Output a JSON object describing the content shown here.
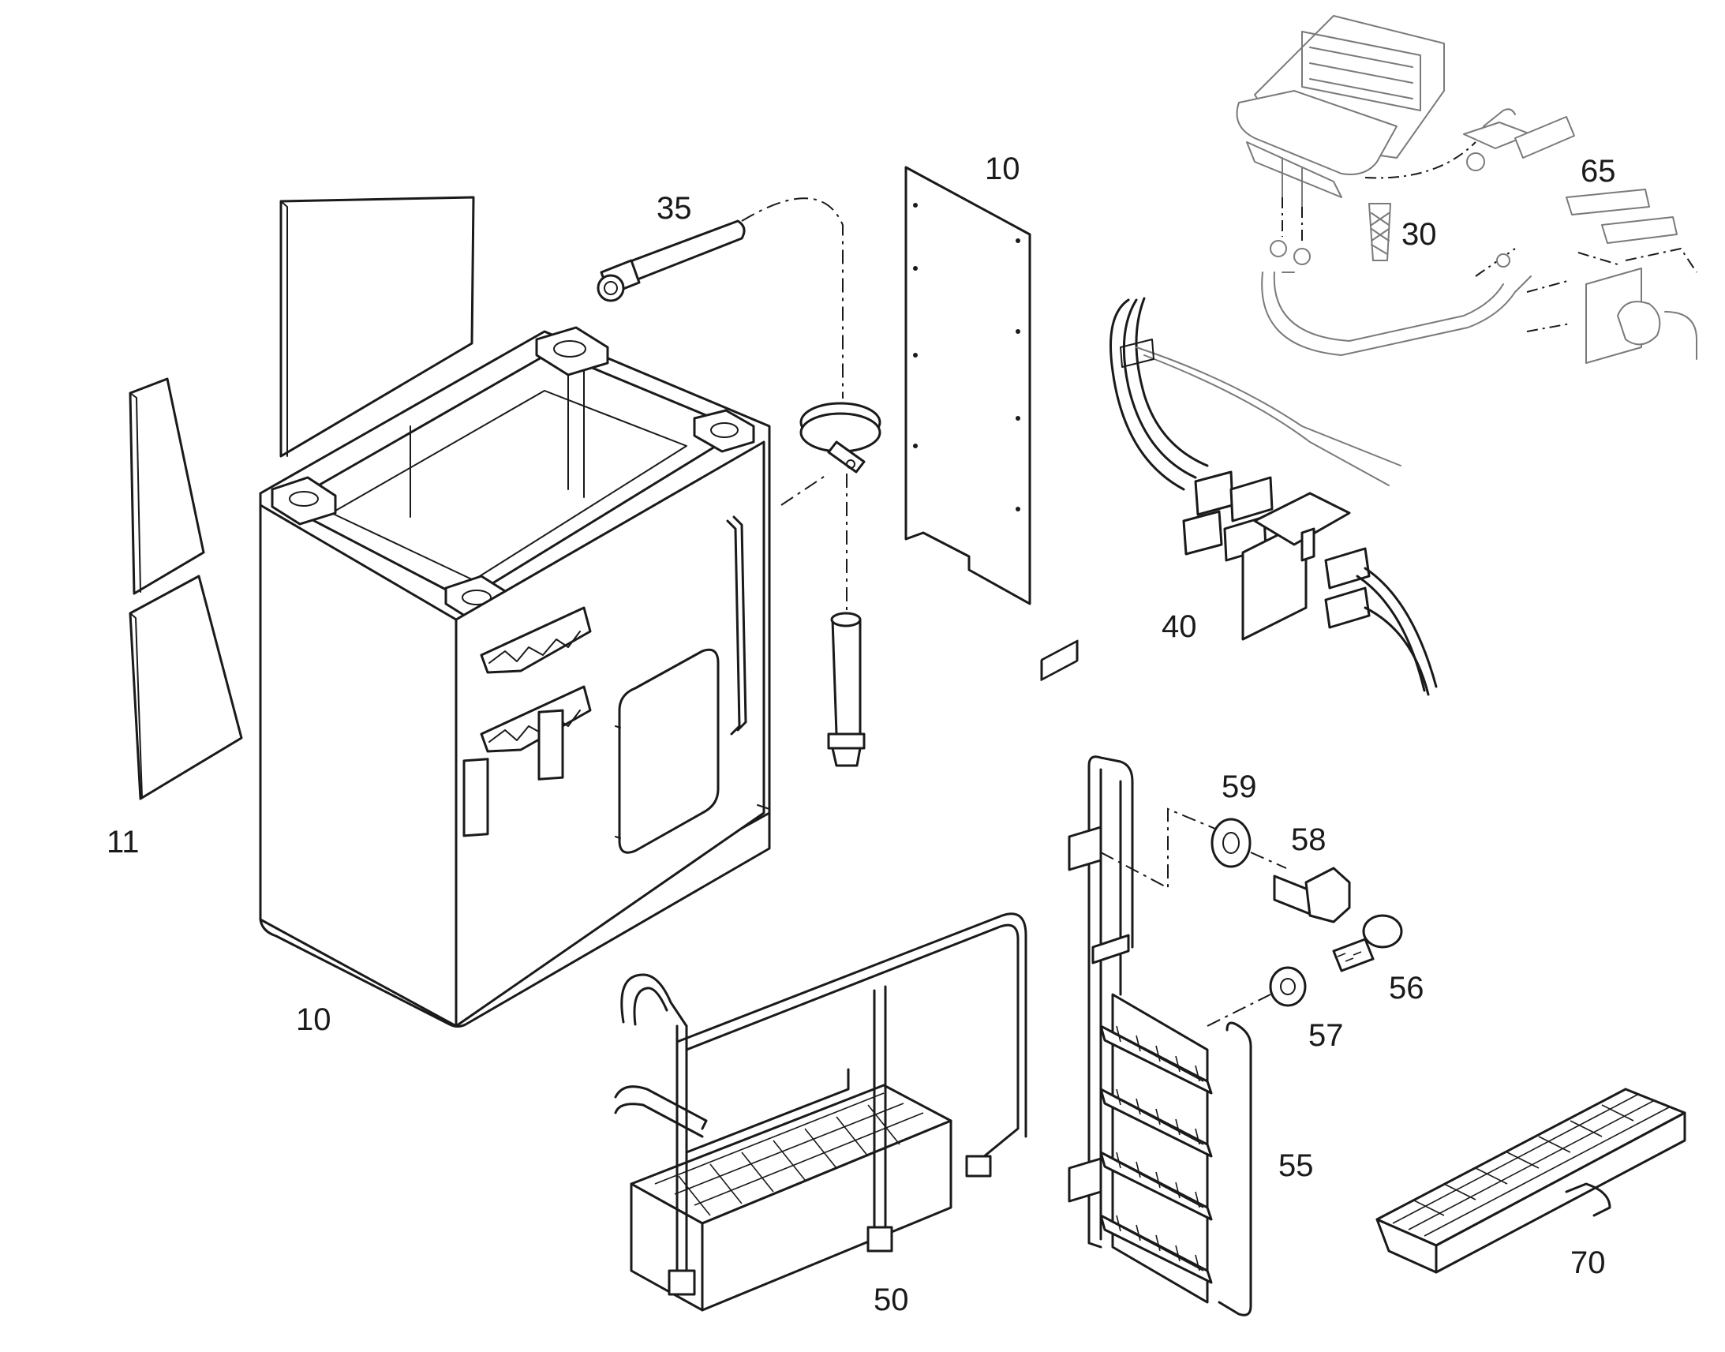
{
  "callouts": {
    "c11": "11",
    "c10_housing": "10",
    "c10_panel": "10",
    "c35": "35",
    "c30": "30",
    "c65": "65",
    "c40": "40",
    "c59": "59",
    "c58": "58",
    "c56": "56",
    "c57": "57",
    "c55": "55",
    "c50": "50",
    "c70": "70"
  }
}
